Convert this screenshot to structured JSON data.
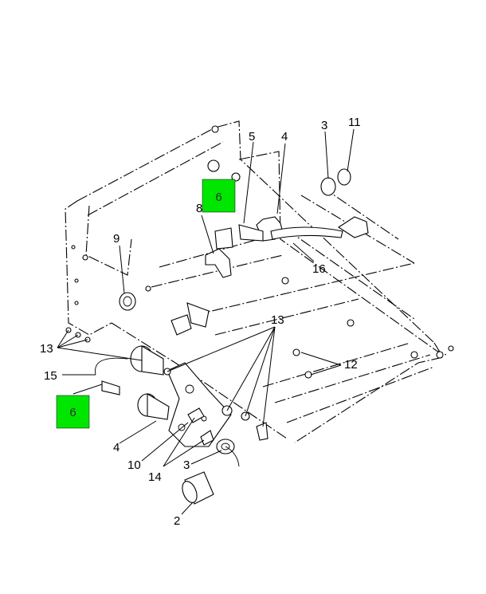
{
  "callouts": {
    "c2": "2",
    "c3_top": "3",
    "c3_bottom": "3",
    "c4_top": "4",
    "c4_bottom": "4",
    "c5": "5",
    "c8": "8",
    "c9": "9",
    "c10": "10",
    "c11": "11",
    "c12": "12",
    "c13_left": "13",
    "c13_mid": "13",
    "c14": "14",
    "c15": "15",
    "c16": "16"
  },
  "highlights": [
    {
      "label": "6",
      "color": "#00e600"
    },
    {
      "label": "6",
      "color": "#00e600"
    }
  ]
}
